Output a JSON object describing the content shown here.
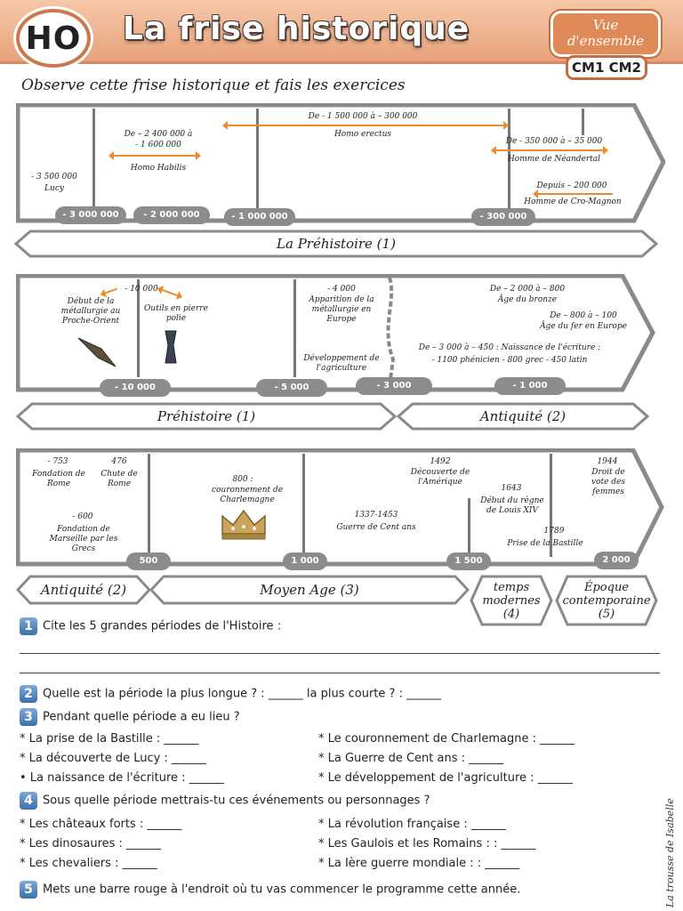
{
  "header": {
    "logo": "HO",
    "title": "La frise historique",
    "tag": "Vue d'ensemble",
    "level": "CM1 CM2"
  },
  "instruction": "Observe cette frise historique et fais les exercices",
  "timeline1": {
    "labels": {
      "lucy_date": "- 3 500 000",
      "lucy_name": "Lucy",
      "habilis_date1": "De – 2 400 000 à",
      "habilis_date2": "- 1 600 000",
      "habilis_name": "Homo Habilis",
      "erectus_date": "De  - 1 500 000 à – 300 000",
      "erectus_name": "Homo erectus",
      "neander_date": "De  - 350 000 à – 35 000",
      "neander_name": "Homme de Néandertal",
      "cro_date": "Depuis – 200 000",
      "cro_name": "Homme de Cro-Magnon"
    },
    "ticks": [
      "- 3 000 000",
      "- 2 000 000",
      "- 1 000 000",
      "- 300 000"
    ],
    "period": "La Préhistoire (1)"
  },
  "timeline2": {
    "labels": {
      "d10000": "- 10 000",
      "metal_orient": "Début de la métallurgie au Proche-Orient",
      "outils": "Outils en pierre polie",
      "d4000": "- 4 000",
      "metal_europe": "Apparition de la métallurgie en Europe",
      "agri": "Développement de l'agriculture",
      "bronze_date": "De – 2 000 à – 800",
      "bronze": "Âge du bronze",
      "fer_date": "De – 800 à – 100",
      "fer": "Âge du fer en Europe",
      "ecriture": "De – 3 000 à – 450 : Naissance de l'écriture :",
      "ecriture2": "- 1100 phénicien   - 800 grec   - 450  latin"
    },
    "ticks": [
      "- 10 000",
      "- 5 000",
      "- 3 000",
      "- 1 000"
    ],
    "periods": [
      "Préhistoire (1)",
      "Antiquité (2)"
    ]
  },
  "timeline3": {
    "labels": {
      "d753": "- 753",
      "rome": "Fondation de Rome",
      "d476": "476",
      "chute": "Chute de Rome",
      "d600": "- 600",
      "marseille": "Fondation de Marseille par les Grecs",
      "d800": "800 :",
      "charlemagne": "couronnement de Charlemagne",
      "d1337": "1337-1453",
      "centans": "Guerre de Cent ans",
      "d1492": "1492",
      "amerique": "Découverte de l'Amérique",
      "d1643": "1643",
      "louis": "Début du règne de Louis XIV",
      "d1789": "1789",
      "bastille": "Prise de la Bastille",
      "d1944": "1944",
      "vote": "Droit de vote des femmes"
    },
    "ticks": [
      "500",
      "1 000",
      "1 500",
      "2 000"
    ],
    "periods": [
      "Antiquité (2)",
      "Moyen Age (3)",
      "temps modernes (4)",
      "Époque contemporaine (5)"
    ]
  },
  "questions": {
    "q1": {
      "num": "1",
      "text": "Cite les 5 grandes périodes de l'Histoire :"
    },
    "q2": {
      "num": "2",
      "text": "Quelle est la période la plus longue ? : ______     la plus courte ? : ______"
    },
    "q3": {
      "num": "3",
      "text": "Pendant quelle période a eu lieu ?"
    },
    "q3_items": [
      "* La prise de la Bastille : ______",
      "* Le couronnement de Charlemagne : ______",
      "* La découverte de Lucy : ______",
      "* La Guerre de Cent ans  : ______",
      "•  La naissance de l'écriture : ______",
      "* Le développement de l'agriculture : ______"
    ],
    "q4": {
      "num": "4",
      "text": "Sous quelle période mettrais-tu ces événements ou personnages ?"
    },
    "q4_items": [
      "* Les châteaux forts : ______",
      "* La révolution française : ______",
      "* Les dinosaures : ______",
      "* Les Gaulois et les Romains : : ______",
      "* Les chevaliers : ______",
      "* La Ière guerre mondiale : : ______"
    ],
    "q5": {
      "num": "5",
      "text": "Mets une barre rouge à l'endroit où tu vas commencer le programme cette année."
    }
  },
  "credit": "La trousse de Isabelle"
}
